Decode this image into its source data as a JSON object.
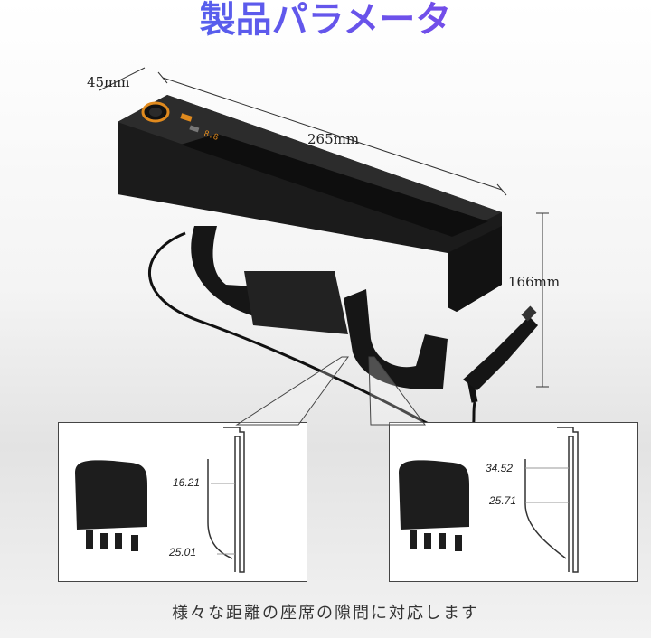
{
  "title": "製品パラメータ",
  "dimensions": {
    "depth": "45mm",
    "length": "265mm",
    "height": "166mm"
  },
  "left_detail": {
    "top_gap": "16.21",
    "bottom_gap": "25.01"
  },
  "right_detail": {
    "top_gap": "34.52",
    "bottom_gap": "25.71"
  },
  "caption": "様々な距離の座席の隙間に対応します",
  "colors": {
    "title_start": "#3f6cf0",
    "title_end": "#8a3fe6",
    "product_body": "#1a1a1a",
    "ring_accent": "#e08a1e"
  }
}
